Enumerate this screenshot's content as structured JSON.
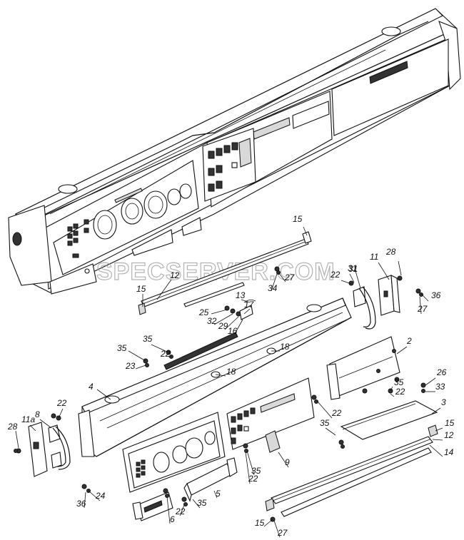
{
  "watermark": "SPECSERVER.COM",
  "labels": [
    "15",
    "11",
    "28",
    "12",
    "22",
    "31",
    "27",
    "34",
    "36",
    "15",
    "13",
    "17",
    "25",
    "32",
    "29",
    "16",
    "27",
    "35",
    "22",
    "18",
    "35",
    "23",
    "2",
    "4",
    "18",
    "35",
    "26",
    "22",
    "33",
    "31",
    "22",
    "22",
    "3",
    "11a",
    "8",
    "35",
    "15",
    "28",
    "12",
    "14",
    "36",
    "24",
    "22",
    "35",
    "9",
    "35",
    "5",
    "22",
    "6",
    "15",
    "27"
  ]
}
